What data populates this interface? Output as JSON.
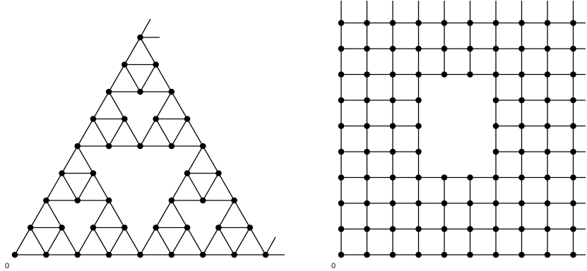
{
  "diagrams": [
    {
      "kind": "sierpinski-gasket-graph",
      "levels": 3,
      "origin_label": "0",
      "edge_color": "#000000",
      "node_color": "#000000"
    },
    {
      "kind": "square-lattice-with-hole",
      "columns": 10,
      "rows": 10,
      "hole_columns": [
        4,
        5
      ],
      "hole_rows": [
        4,
        5,
        6
      ],
      "origin_label": "0",
      "edge_color": "#000000",
      "node_color": "#000000"
    }
  ]
}
